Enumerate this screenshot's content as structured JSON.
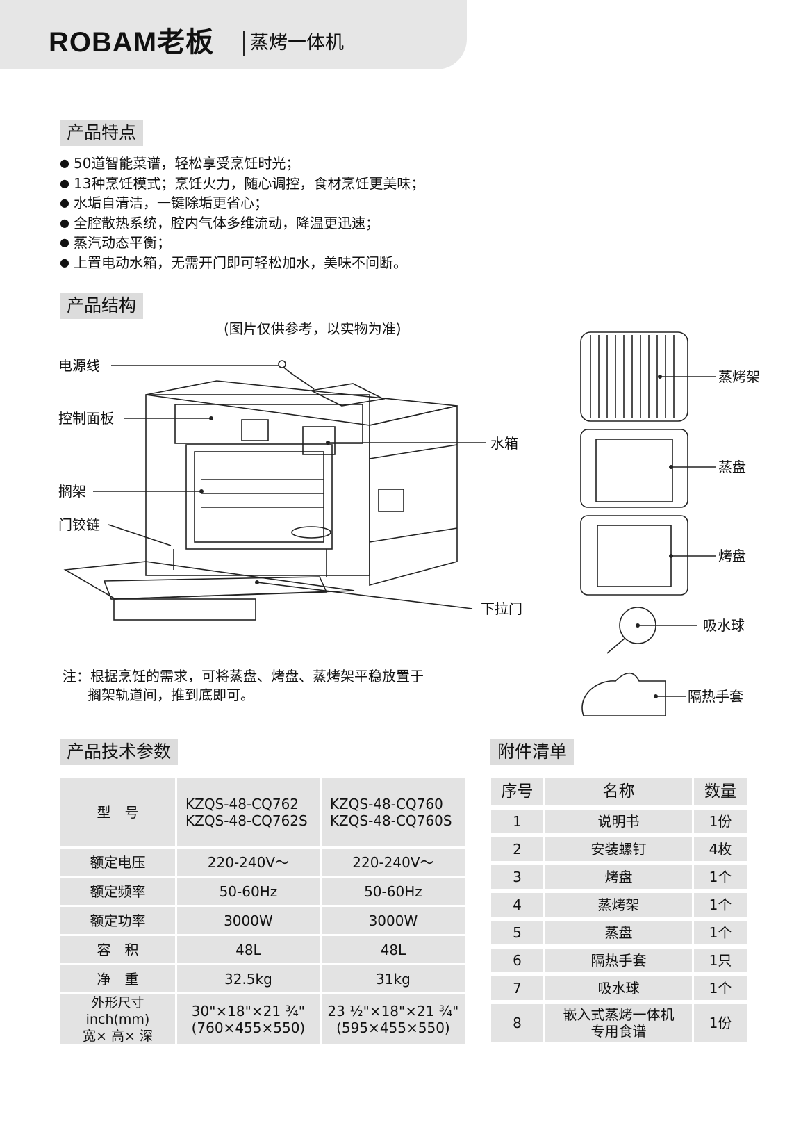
{
  "header": {
    "brand": "ROBAM老板",
    "product": "蒸烤一体机"
  },
  "features": {
    "title": "产品特点",
    "items": [
      "50道智能菜谱，轻松享受烹饪时光；",
      "13种烹饪模式；烹饪火力，随心调控，食材烹饪更美味；",
      "水垢自清洁，一键除垢更省心；",
      "全腔散热系统，腔内气体多维流动，降温更迅速；",
      "蒸汽动态平衡；",
      "上置电动水箱，无需开门即可轻松加水，美味不间断。"
    ]
  },
  "structure": {
    "title": "产品结构",
    "caption": "(图片仅供参考，以实物为准)",
    "labels": {
      "power_cord": "电源线",
      "control_panel": "控制面板",
      "rack_rail": "搁架",
      "door_hinge": "门铰链",
      "water_tank": "水箱",
      "pull_down_door": "下拉门",
      "steam_rack": "蒸烤架",
      "steam_tray": "蒸盘",
      "baking_tray": "烤盘",
      "sponge": "吸水球",
      "oven_glove": "隔热手套"
    },
    "note_line1": "注：根据烹饪的需求，可将蒸盘、烤盘、蒸烤架平稳放置于",
    "note_line2": "搁架轨道间，推到底即可。"
  },
  "specs": {
    "title": "产品技术参数",
    "model_label": "型　号",
    "model_a1": "KZQS-48-CQ762",
    "model_a2": "KZQS-48-CQ762S",
    "model_b1": "KZQS-48-CQ760",
    "model_b2": "KZQS-48-CQ760S",
    "rows": [
      {
        "label": "额定电压",
        "a": "220-240V～",
        "b": "220-240V～"
      },
      {
        "label": "额定频率",
        "a": "50-60Hz",
        "b": "50-60Hz"
      },
      {
        "label": "额定功率",
        "a": "3000W",
        "b": "3000W"
      },
      {
        "label": "容　积",
        "a": "48L",
        "b": "48L"
      },
      {
        "label": "净　重",
        "a": "32.5kg",
        "b": "31kg"
      }
    ],
    "dim_label1": "外形尺寸inch(mm)",
    "dim_label2": "宽×  高×  深",
    "dim_a1": "30\"×18\"×21 ¾\"",
    "dim_a2": "(760×455×550)",
    "dim_b1": "23 ½\"×18\"×21 ¾\"",
    "dim_b2": "(595×455×550)"
  },
  "accessories": {
    "title": "附件清单",
    "headers": [
      "序号",
      "名称",
      "数量"
    ],
    "rows": [
      {
        "no": "1",
        "name": "说明书",
        "qty": "1份"
      },
      {
        "no": "2",
        "name": "安装螺钉",
        "qty": "4枚"
      },
      {
        "no": "3",
        "name": "烤盘",
        "qty": "1个"
      },
      {
        "no": "4",
        "name": "蒸烤架",
        "qty": "1个"
      },
      {
        "no": "5",
        "name": "蒸盘",
        "qty": "1个"
      },
      {
        "no": "6",
        "name": "隔热手套",
        "qty": "1只"
      },
      {
        "no": "7",
        "name": "吸水球",
        "qty": "1个"
      }
    ],
    "last_no": "8",
    "last_name1": "嵌入式蒸烤一体机",
    "last_name2": "专用食谱",
    "last_qty": "1份"
  }
}
